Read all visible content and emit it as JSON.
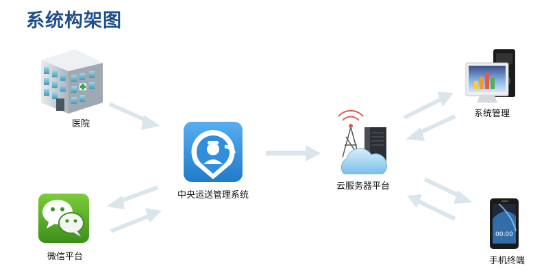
{
  "title": "系统构架图",
  "nodes": {
    "hospital": {
      "label": "医院",
      "icon": "hospital-building-icon"
    },
    "center": {
      "label": "中央运送管理系统",
      "icon": "location-pin-doctor-icon"
    },
    "wechat": {
      "label": "微信平台",
      "icon": "wechat-icon"
    },
    "cloud": {
      "label": "云服务器平台",
      "icon": "cloud-server-tower-icon"
    },
    "admin": {
      "label": "系统管理",
      "icon": "desktop-computer-icon"
    },
    "mobile": {
      "label": "手机终端",
      "icon": "smartphone-icon"
    }
  },
  "phone_clock": "00:00",
  "colors": {
    "title": "#1f4f8a",
    "arrow": "#dbe6ec",
    "app_blue": "#2f8fde",
    "wechat_green": "#5ab02c"
  }
}
